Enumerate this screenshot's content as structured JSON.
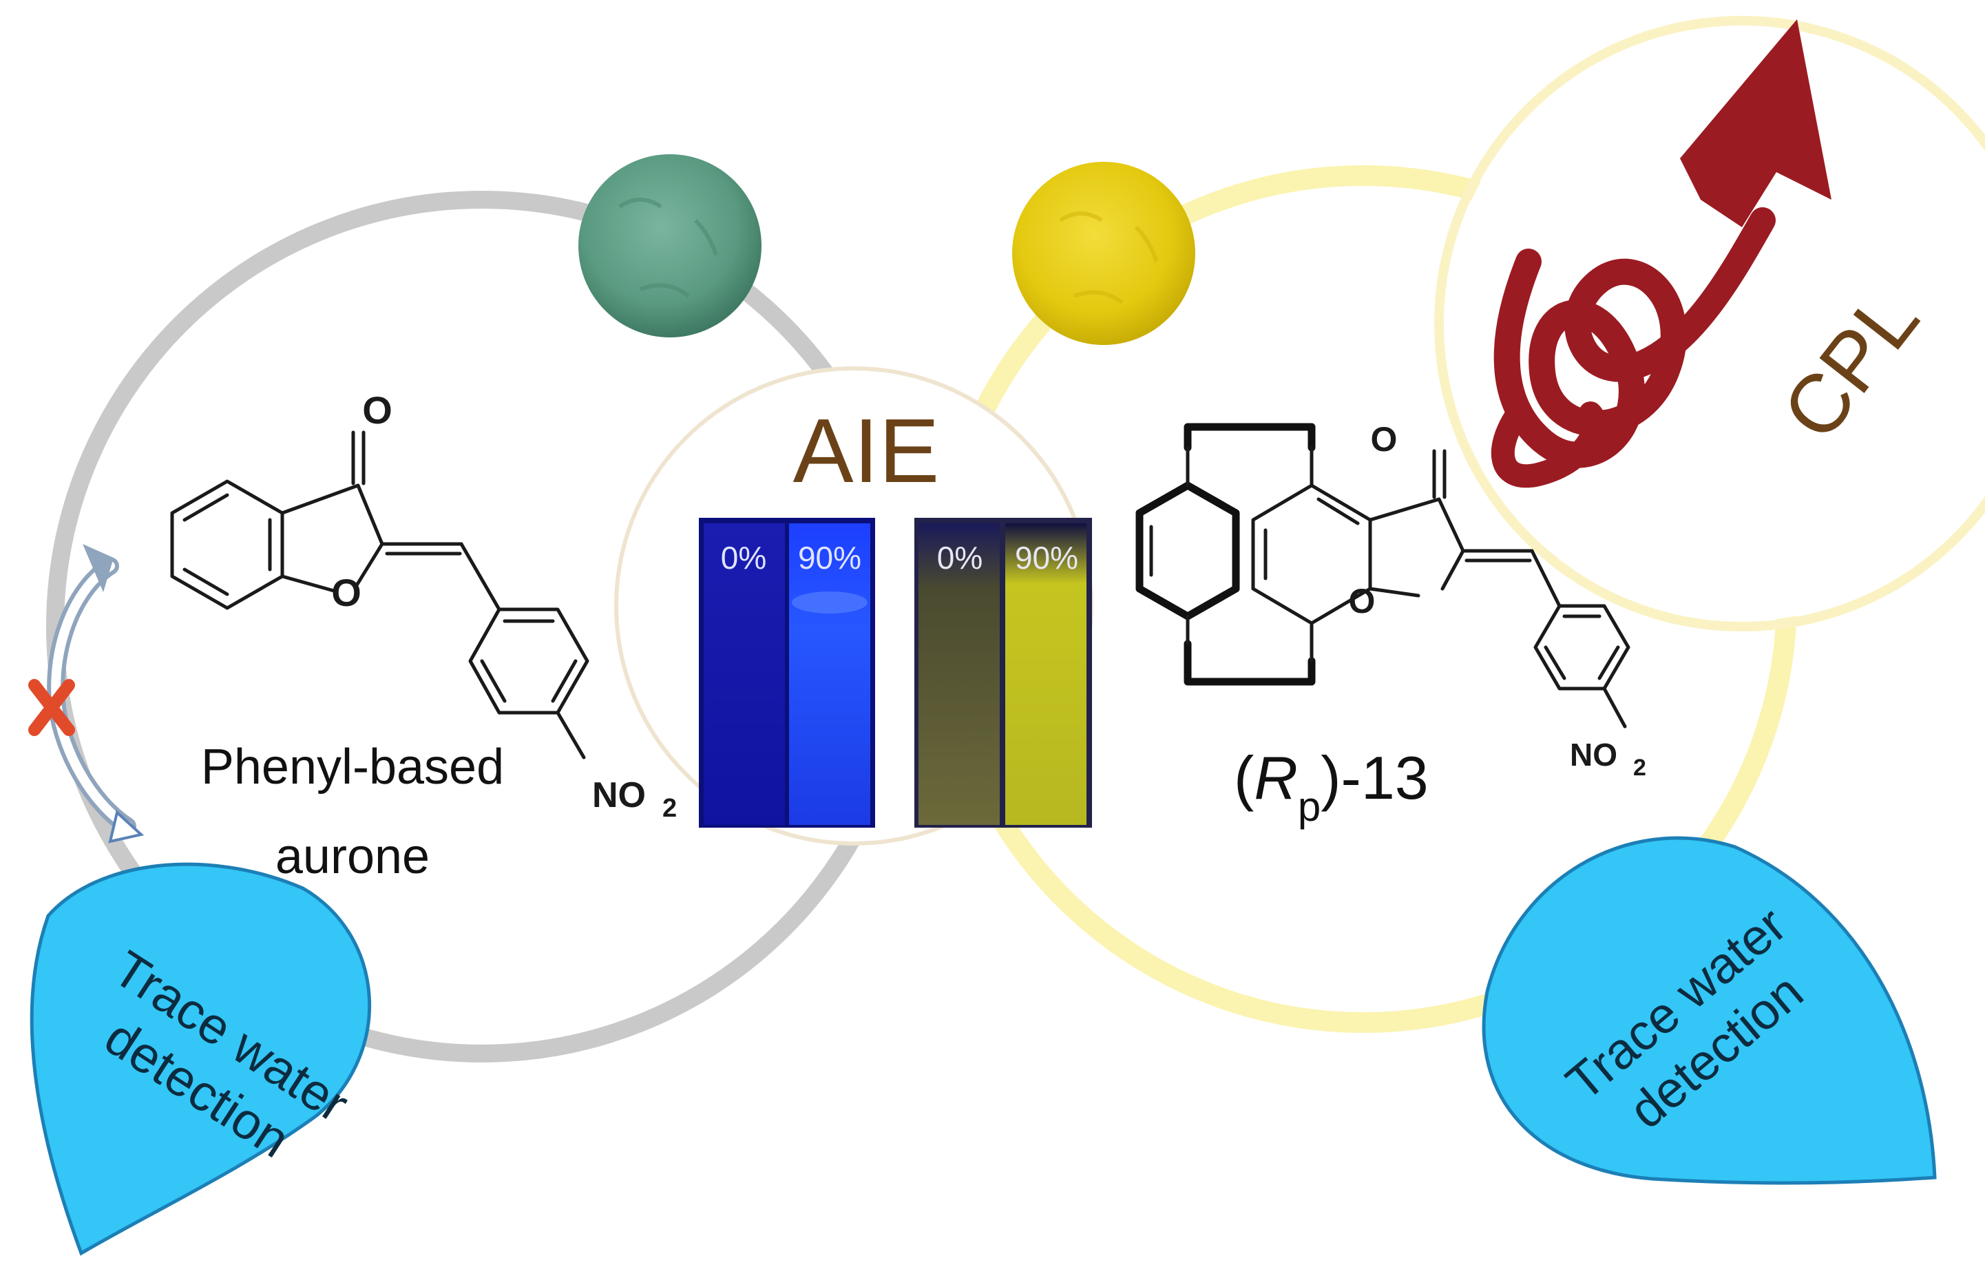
{
  "center": {
    "title": "AIE",
    "vials_blue": [
      "0%",
      "90%"
    ],
    "vials_yellow": [
      "0%",
      "90%"
    ]
  },
  "left": {
    "compound_line1": "Phenyl-based",
    "compound_line2": "aurone",
    "substituent_main": "NO",
    "substituent_sub": "2",
    "carbonyl_o": "O",
    "ring_o": "O",
    "drop_line1": "Trace water",
    "drop_line2": "detection"
  },
  "right": {
    "compound_paren_open": "(",
    "compound_italic": "R",
    "compound_sub": "p",
    "compound_rest": ")-13",
    "substituent_main": "NO",
    "substituent_sub": "2",
    "carbonyl_o": "O",
    "ring_o": "O",
    "drop_line1": "Trace water",
    "drop_line2": "detection",
    "cpl_label": "CPL"
  },
  "colors": {
    "aie_text": "#6b4218",
    "cpl_text": "#6b4218",
    "cpl_arrow": "#9b1b22",
    "drop_fill": "#33c6f7",
    "drop_stroke": "#1c7fb6",
    "green_powder": "#5e9e86",
    "yellow_powder": "#e7cf13",
    "x_mark": "#e24b2a"
  }
}
